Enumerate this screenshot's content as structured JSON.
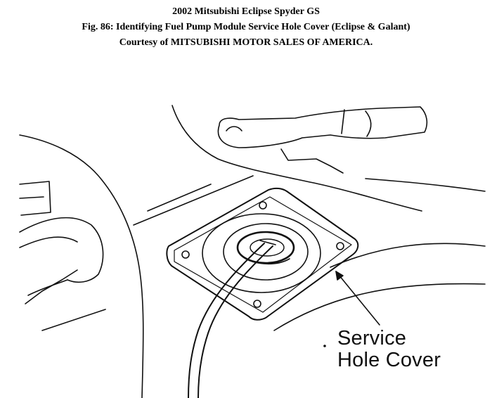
{
  "header": {
    "title": "2002 Mitsubishi Eclipse Spyder GS",
    "caption": "Fig. 86: Identifying Fuel Pump Module Service Hole Cover (Eclipse & Galant)",
    "courtesy": "Courtesy of MITSUBISHI MOTOR SALES OF AMERICA."
  },
  "diagram": {
    "callout_line1": "Service",
    "callout_line2": "Hole Cover"
  }
}
